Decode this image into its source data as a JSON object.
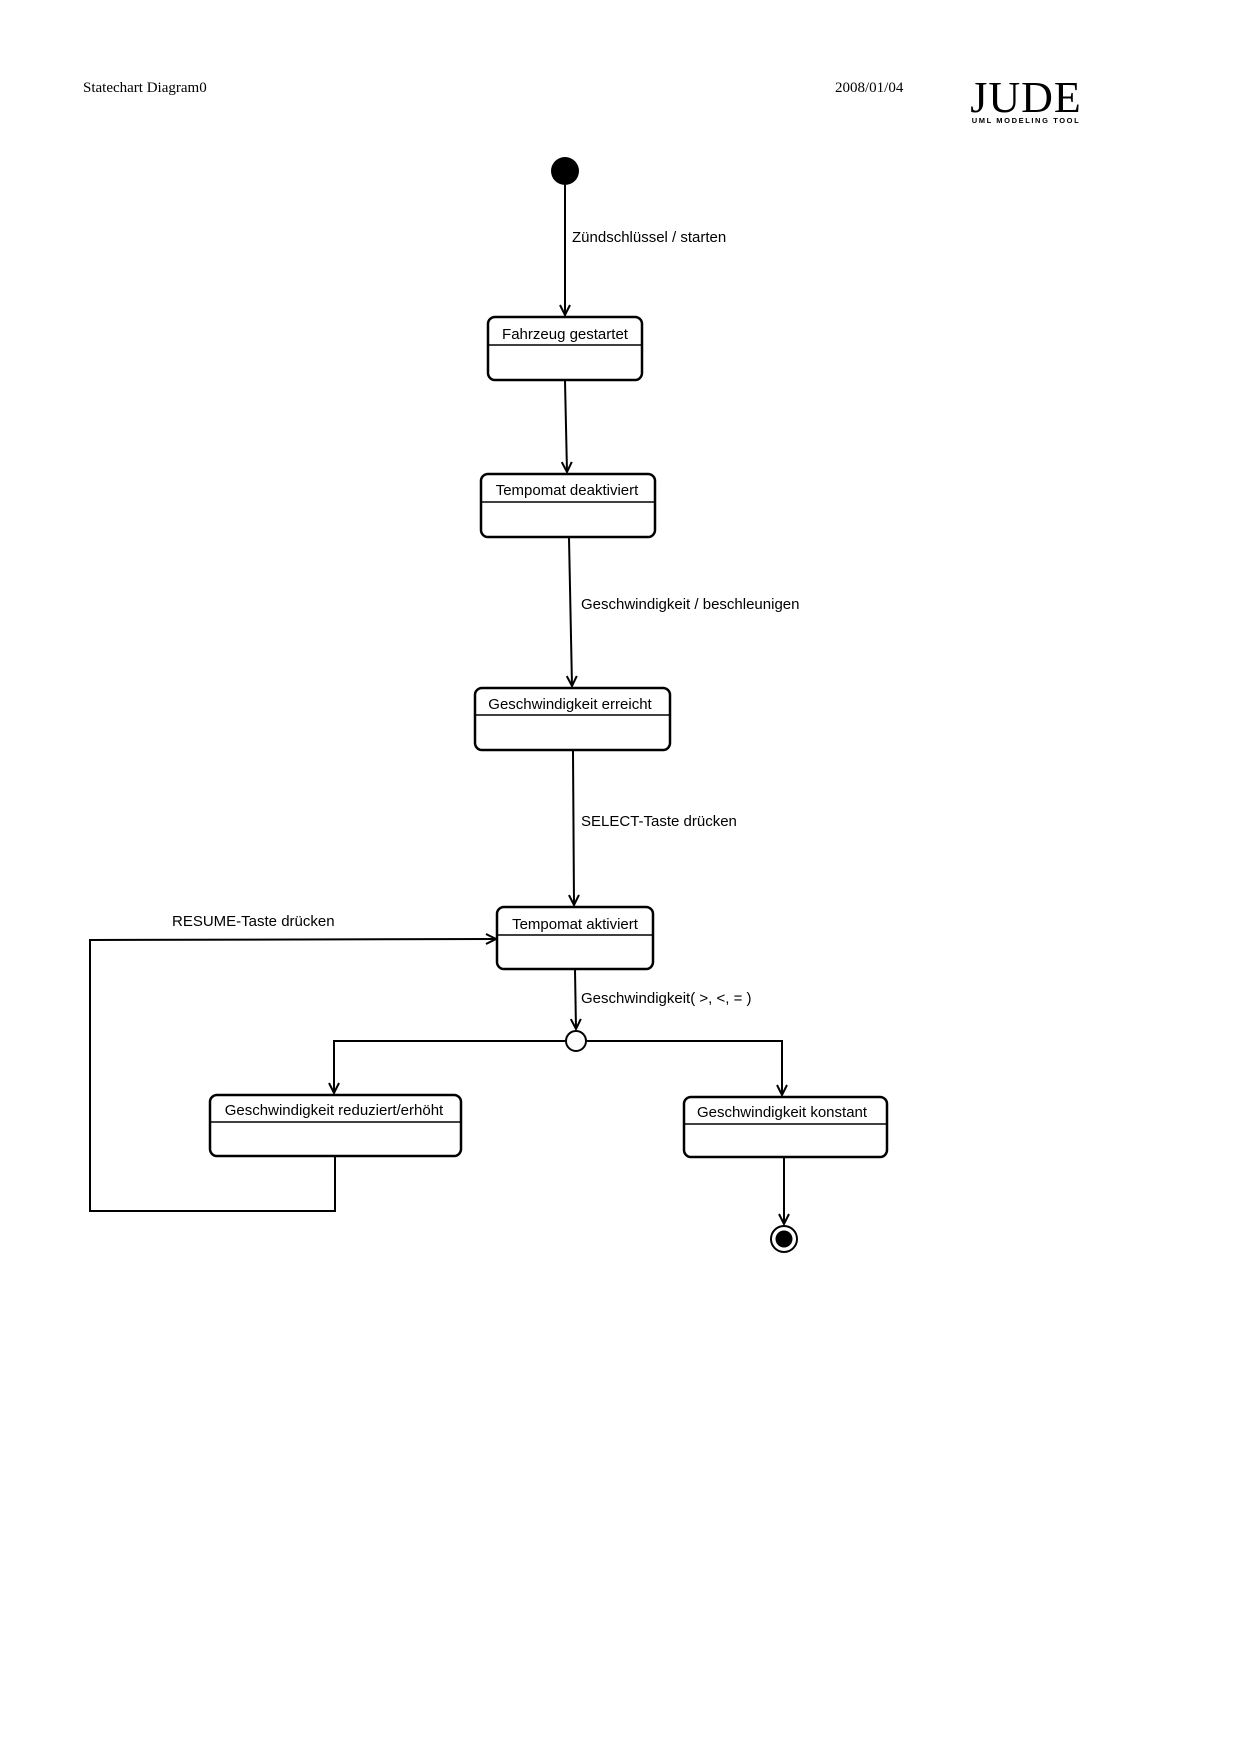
{
  "header": {
    "title": "Statechart Diagram0",
    "date": "2008/01/04",
    "logo_word": "JUDE",
    "logo_tagline": "UML MODELING TOOL"
  },
  "diagram": {
    "states": {
      "fahrzeug_gestartet": "Fahrzeug gestartet",
      "tempomat_deaktiviert": "Tempomat deaktiviert",
      "geschwindigkeit_erreicht": "Geschwindigkeit erreicht",
      "tempomat_aktiviert": "Tempomat aktiviert",
      "geschwindigkeit_reduziert": "Geschwindigkeit reduziert/erhöht",
      "geschwindigkeit_konstant": "Geschwindigkeit konstant"
    },
    "transitions": {
      "zuendschluessel": "Zündschlüssel / starten",
      "beschleunigen": "Geschwindigkeit / beschleunigen",
      "select_taste": "SELECT-Taste drücken",
      "resume_taste": "RESUME-Taste drücken",
      "geschwindigkeit_vergleich": "Geschwindigkeit( >, <, = )"
    },
    "colors": {
      "line": "#000000",
      "background": "#ffffff"
    }
  }
}
